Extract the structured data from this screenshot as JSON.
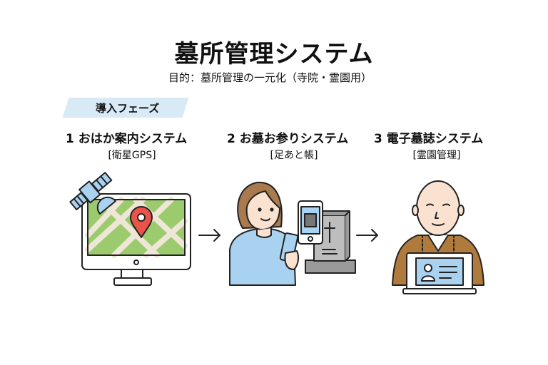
{
  "title": "墓所管理システム",
  "subtitle": "目的：墓所管理の一元化（寺院・霊園用）",
  "phase_label": "導入フェーズ",
  "steps": [
    {
      "label": "1 おはか案内システム",
      "sub": "[衛星GPS]",
      "icon": "satellite-monitor-map"
    },
    {
      "label": "2 お墓お参りシステム",
      "sub": "[足あと帳]",
      "icon": "woman-phone-gravestone"
    },
    {
      "label": "3  電子墓誌システム",
      "sub": "[霊園管理]",
      "icon": "monk-laptop"
    }
  ],
  "colors": {
    "banner": "#d7eaf6",
    "map_green": "#9ccb6e",
    "pin": "#e8544a",
    "blue": "#a9d2f0",
    "robe": "#b07a3c"
  }
}
